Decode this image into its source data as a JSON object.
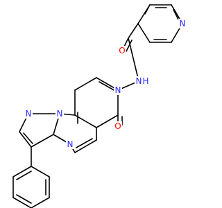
{
  "colors": {
    "carbon_bond": "#000000",
    "nitrogen": "#2a2aff",
    "oxygen": "#ff0000",
    "background": "#ffffff"
  },
  "atoms": {
    "N_py": "N",
    "O_amide": "O",
    "N_amide": "N",
    "H_amide": "H",
    "N_ring7": "N",
    "O_ketone": "O",
    "N_pyrazole": "N",
    "N_bridge": "N",
    "N_pyrimidine": "N"
  }
}
